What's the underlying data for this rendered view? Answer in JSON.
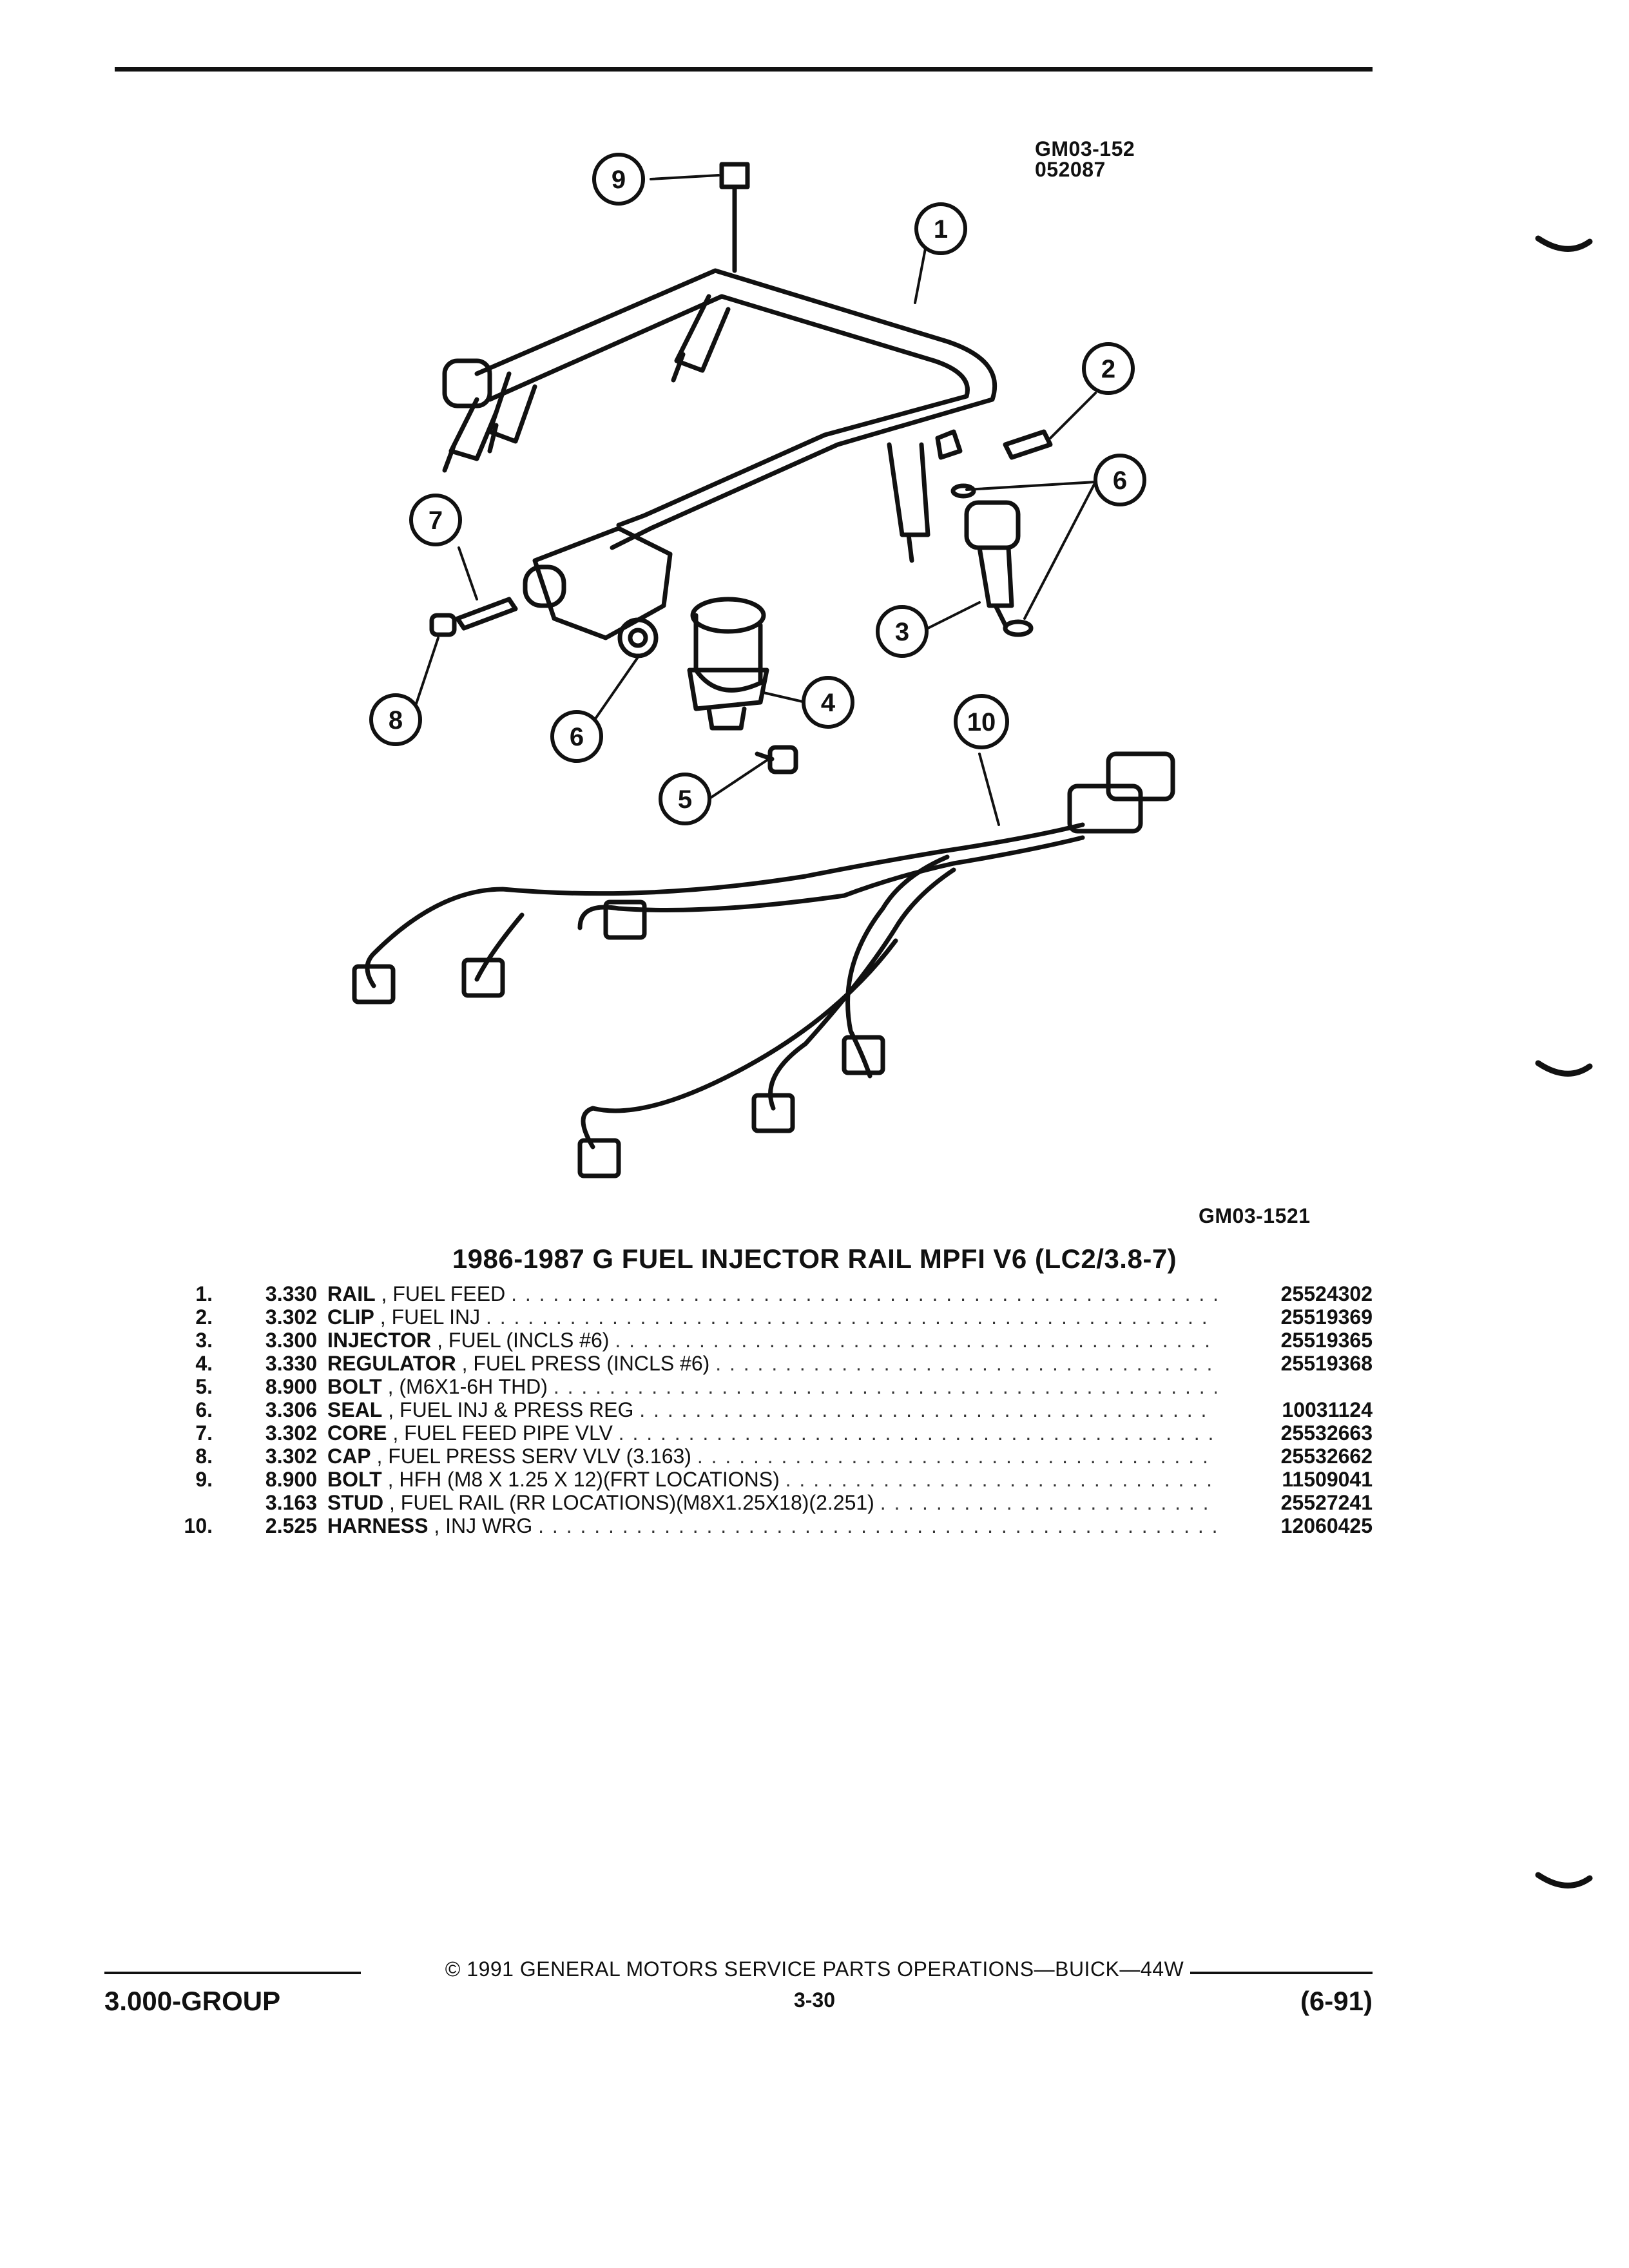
{
  "figure": {
    "code_top_1": "GM03-152",
    "code_top_2": "052087",
    "code_bottom": "GM03-1521",
    "callouts": [
      "1",
      "2",
      "3",
      "4",
      "5",
      "6",
      "6",
      "7",
      "8",
      "9",
      "10"
    ]
  },
  "title": "1986-1987 G FUEL INJECTOR RAIL MPFI V6 (LC2/3.8-7)",
  "parts": [
    {
      "num": "1.",
      "group": "3.330",
      "name": "RAIL",
      "desc": ", FUEL FEED",
      "pn": "25524302"
    },
    {
      "num": "2.",
      "group": "3.302",
      "name": "CLIP",
      "desc": ", FUEL INJ",
      "pn": "25519369"
    },
    {
      "num": "3.",
      "group": "3.300",
      "name": "INJECTOR",
      "desc": ", FUEL (INCLS #6)",
      "pn": "25519365"
    },
    {
      "num": "4.",
      "group": "3.330",
      "name": "REGULATOR",
      "desc": ", FUEL PRESS (INCLS #6)",
      "pn": "25519368"
    },
    {
      "num": "5.",
      "group": "8.900",
      "name": "BOLT",
      "desc": ", (M6X1-6H THD)",
      "pn": ""
    },
    {
      "num": "6.",
      "group": "3.306",
      "name": "SEAL",
      "desc": ", FUEL INJ & PRESS REG",
      "pn": "10031124"
    },
    {
      "num": "7.",
      "group": "3.302",
      "name": "CORE",
      "desc": ", FUEL FEED PIPE VLV",
      "pn": "25532663"
    },
    {
      "num": "8.",
      "group": "3.302",
      "name": "CAP",
      "desc": ", FUEL PRESS SERV VLV (3.163)",
      "pn": "25532662"
    },
    {
      "num": "9.",
      "group": "8.900",
      "name": "BOLT",
      "desc": ", HFH (M8 X 1.25 X 12)(FRT LOCATIONS)",
      "pn": "11509041"
    },
    {
      "num": "",
      "group": "3.163",
      "name": "STUD",
      "desc": ", FUEL RAIL (RR LOCATIONS)(M8X1.25X18)(2.251)",
      "pn": "25527241"
    },
    {
      "num": "10.",
      "group": "2.525",
      "name": "HARNESS",
      "desc": ", INJ WRG",
      "pn": "12060425"
    }
  ],
  "footer": {
    "copyright": "© 1991 GENERAL MOTORS SERVICE PARTS OPERATIONS—BUICK—44W",
    "group": "3.000-GROUP",
    "page": "3-30",
    "date": "(6-91)"
  }
}
